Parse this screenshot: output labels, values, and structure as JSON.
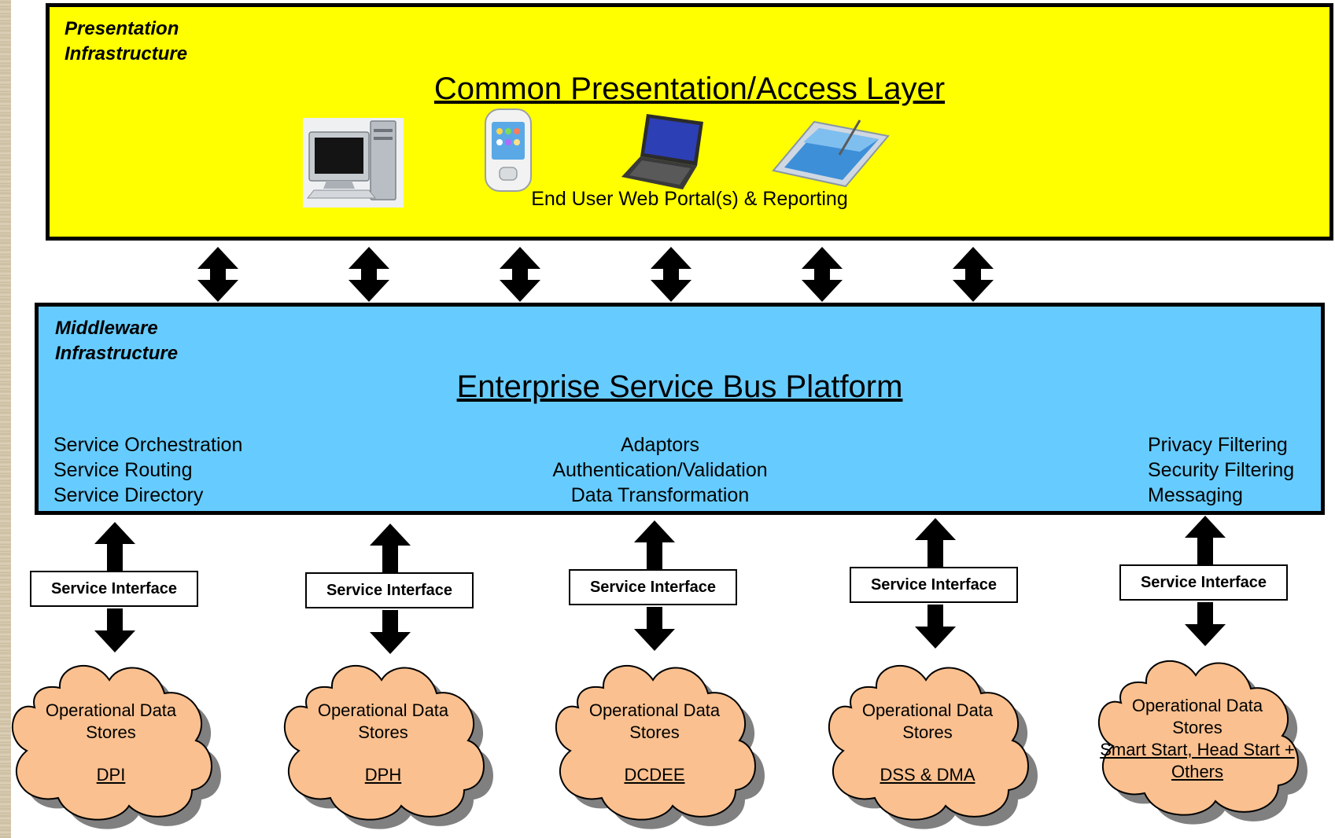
{
  "presentation": {
    "infra_label_line1": "Presentation",
    "infra_label_line2": "Infrastructure",
    "title": "Common Presentation/Access Layer",
    "caption": "End User Web Portal(s) & Reporting",
    "devices": [
      "desktop-computer-icon",
      "mobile-phone-icon",
      "laptop-icon",
      "tablet-icon"
    ],
    "color": "#ffff00"
  },
  "middleware": {
    "infra_label_line1": "Middleware",
    "infra_label_line2": "Infrastructure",
    "title": "Enterprise Service Bus Platform",
    "left_features": [
      "Service Orchestration",
      "Service Routing",
      "Service Directory"
    ],
    "center_features": [
      "Adaptors",
      "Authentication/Validation",
      "Data Transformation"
    ],
    "right_features": [
      "Privacy Filtering",
      "Security Filtering",
      "Messaging"
    ],
    "color": "#66ccff"
  },
  "data_stores": [
    {
      "interface": "Service Interface",
      "line1": "Operational Data",
      "line2": "Stores",
      "name": "DPI"
    },
    {
      "interface": "Service Interface",
      "line1": "Operational Data",
      "line2": "Stores",
      "name": "DPH"
    },
    {
      "interface": "Service Interface",
      "line1": "Operational Data",
      "line2": "Stores",
      "name": "DCDEE"
    },
    {
      "interface": "Service Interface",
      "line1": "Operational Data",
      "line2": "Stores",
      "name": "DSS & DMA"
    },
    {
      "interface": "Service Interface",
      "line1": "Operational Data",
      "line2": "Stores",
      "name": "Smart Start, Head Start + Others"
    }
  ],
  "cloud_color": "#fac08f"
}
